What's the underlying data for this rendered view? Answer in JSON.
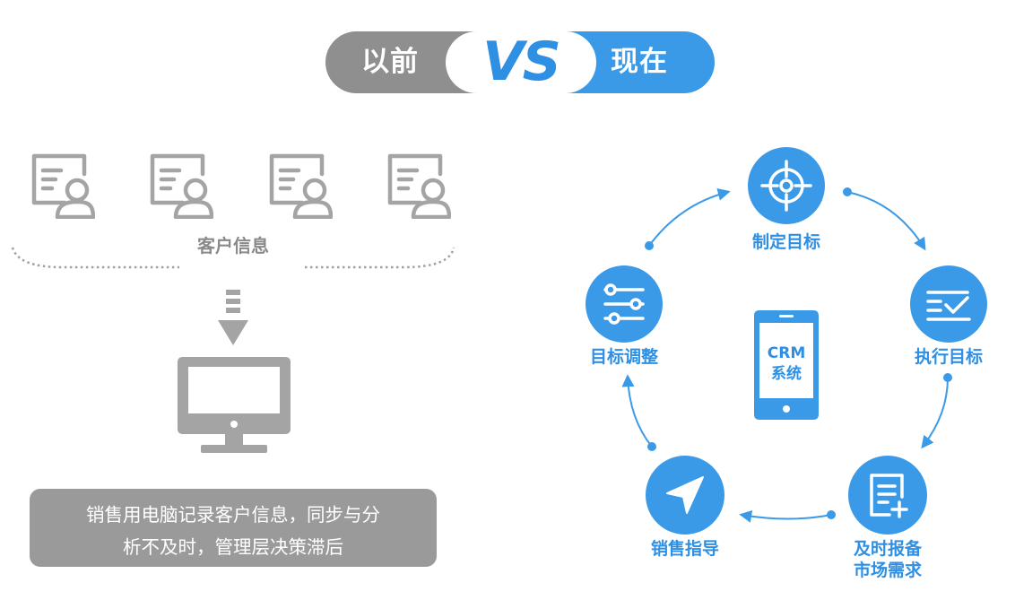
{
  "header": {
    "before": "以前",
    "vs": "VS",
    "now": "现在"
  },
  "left": {
    "customer_label": "客户信息",
    "description_lines": [
      "销售用电脑记录客户信息，同步与分",
      "析不及时，管理层决策滞后"
    ]
  },
  "center": {
    "system_line1": "CRM",
    "system_line2": "系统"
  },
  "cycle": {
    "set_goal": "制定目标",
    "execute_goal": "执行目标",
    "report_line1": "及时报备",
    "report_line2": "市场需求",
    "sales_guidance": "销售指导",
    "goal_adjust": "目标调整"
  },
  "colors": {
    "gray": "#8f8f8f",
    "blue": "#3a9ae8",
    "blue_text": "#2f8fe3"
  }
}
